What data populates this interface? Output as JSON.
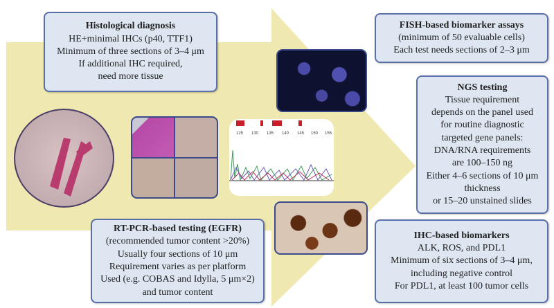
{
  "histological": {
    "title": "Histological diagnosis",
    "lines": [
      "HE+minimal IHCs (p40, TTF1)",
      "Minimum of three sections of 3–4 μm",
      "If additional IHC required,",
      "need more tissue"
    ]
  },
  "fish": {
    "title": "FISH-based biomarker assays",
    "lines": [
      "(minimum of 50 evaluable cells)",
      "Each test needs sections of 2–3 μm"
    ]
  },
  "ngs": {
    "title": "NGS testing",
    "lines": [
      "Tissue requirement",
      "depends on the panel used",
      "for routine diagnostic",
      "targeted gene panels:",
      "DNA/RNA requirements",
      "are 100–150 ng",
      "Either 4–6 sections of 10 μm",
      "thickness",
      "or 15–20 unstained slides"
    ]
  },
  "ihc": {
    "title": "IHC-based biomarkers",
    "lines": [
      "ALK, ROS, and PDL1",
      "Minimum of six sections of 3–4 μm,",
      "including negative control",
      "For PDL1, at least 100 tumor cells"
    ]
  },
  "rtpcr": {
    "title": "RT-PCR-based testing (EGFR)",
    "lines": [
      "(recommended tumor content >20%)",
      "Usually four sections of 10 μm",
      "Requirement varies as per platform",
      "Used (e.g. COBAS and Idylla, 5 μm×2)",
      "and tumor content"
    ]
  },
  "chromatogram": {
    "ticks": [
      "125",
      "130",
      "135",
      "140",
      "145",
      "150",
      "155"
    ]
  },
  "colors": {
    "arrow": "#efe8b0",
    "box": "#dde6f1",
    "border": "#5a6fa8"
  }
}
